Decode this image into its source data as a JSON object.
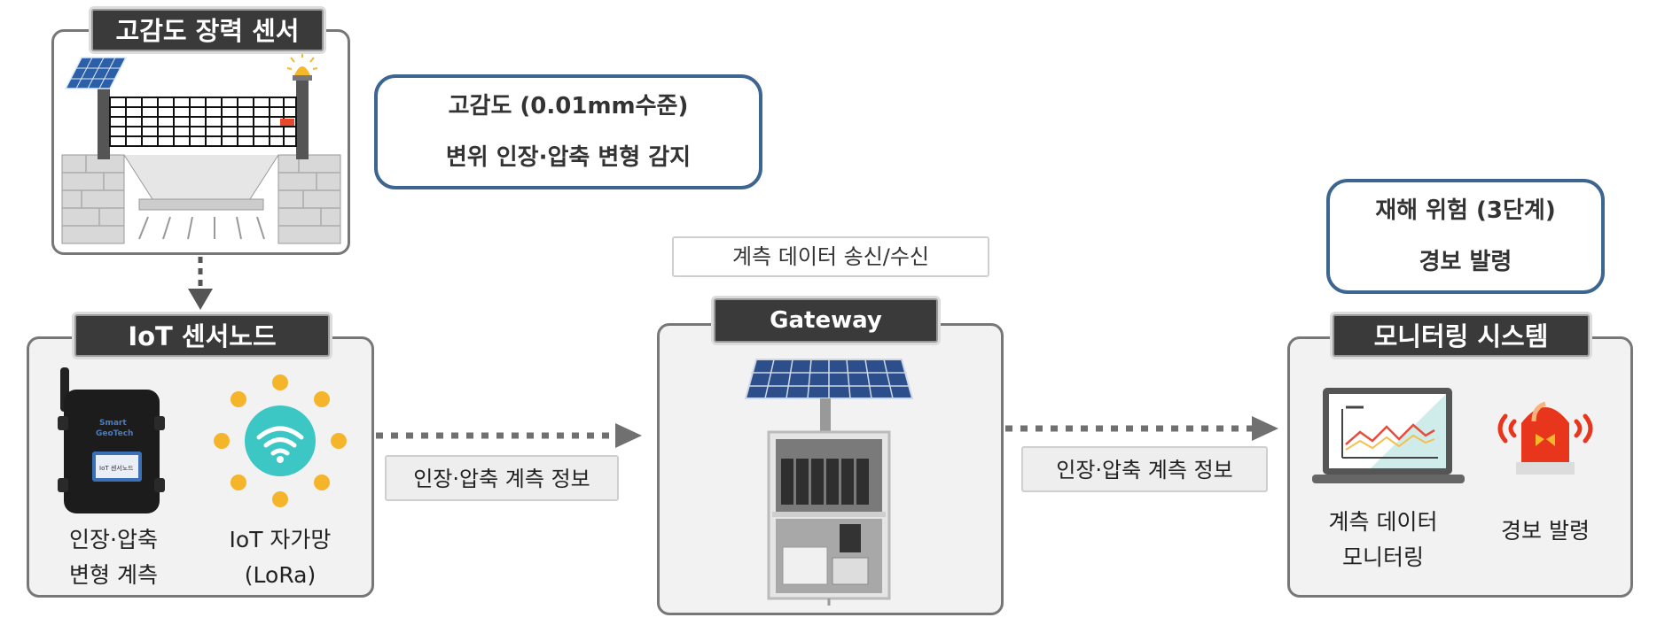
{
  "sensor": {
    "title": "고감도 장력 센서",
    "callout_line1": "고감도 (0.01mm수준)",
    "callout_line2": "변위 인장·압축 변형 감지"
  },
  "node": {
    "title": "IoT 센서노드",
    "device_caption_line1": "인장·압축",
    "device_caption_line2": "변형 계측",
    "network_caption_line1": "IoT 자가망",
    "network_caption_line2": "(LoRa)",
    "device_brand_1": "Smart",
    "device_brand_2": "GeoTech",
    "device_screen": "IoT 센서노드"
  },
  "gateway": {
    "title": "Gateway",
    "top_label": "계측 데이터 송신/수신"
  },
  "links": {
    "left_label": "인장·압축 계측 정보",
    "right_label": "인장·압축 계측 정보"
  },
  "monitoring": {
    "title": "모니터링 시스템",
    "callout_line1": "재해 위험 (3단계)",
    "callout_line2": "경보 발령",
    "screen_caption_line1": "계측 데이터",
    "screen_caption_line2": "모니터링",
    "alarm_caption": "경보 발령"
  },
  "colors": {
    "callout_border": "#3c6590",
    "tag_bg": "#3a3a3a",
    "panel_bg": "#f2f2f2",
    "lora_teal": "#3cc6c4",
    "lora_dots": "#f5b52a",
    "alarm_red": "#e8361c"
  }
}
